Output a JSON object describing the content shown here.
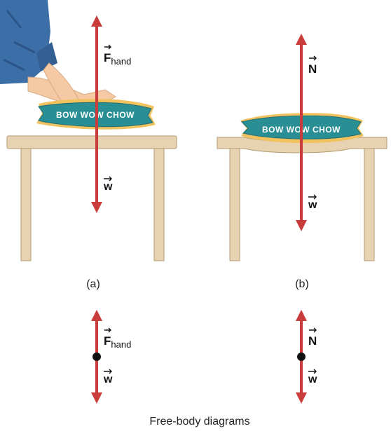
{
  "colors": {
    "arrow": "#c83c3c",
    "table_top": "#e7d3b1",
    "table_edge": "#b59a6e",
    "bag": "#2a8f95",
    "bag_inner": "#f2c25f",
    "sleeve": "#3c6fa8",
    "skin": "#f4c9a3",
    "dot": "#111111"
  },
  "panel_a": {
    "caption": "(a)",
    "bag_label": "BOW WOW CHOW",
    "up_force": {
      "symbol": "F",
      "subscript": "hand"
    },
    "down_force": {
      "symbol": "w"
    }
  },
  "panel_b": {
    "caption": "(b)",
    "bag_label": "BOW WOW CHOW",
    "up_force": {
      "symbol": "N"
    },
    "down_force": {
      "symbol": "w"
    }
  },
  "fbd_a": {
    "up_force": {
      "symbol": "F",
      "subscript": "hand"
    },
    "down_force": {
      "symbol": "w"
    }
  },
  "fbd_b": {
    "up_force": {
      "symbol": "N"
    },
    "down_force": {
      "symbol": "w"
    }
  },
  "footer_caption": "Free-body diagrams"
}
